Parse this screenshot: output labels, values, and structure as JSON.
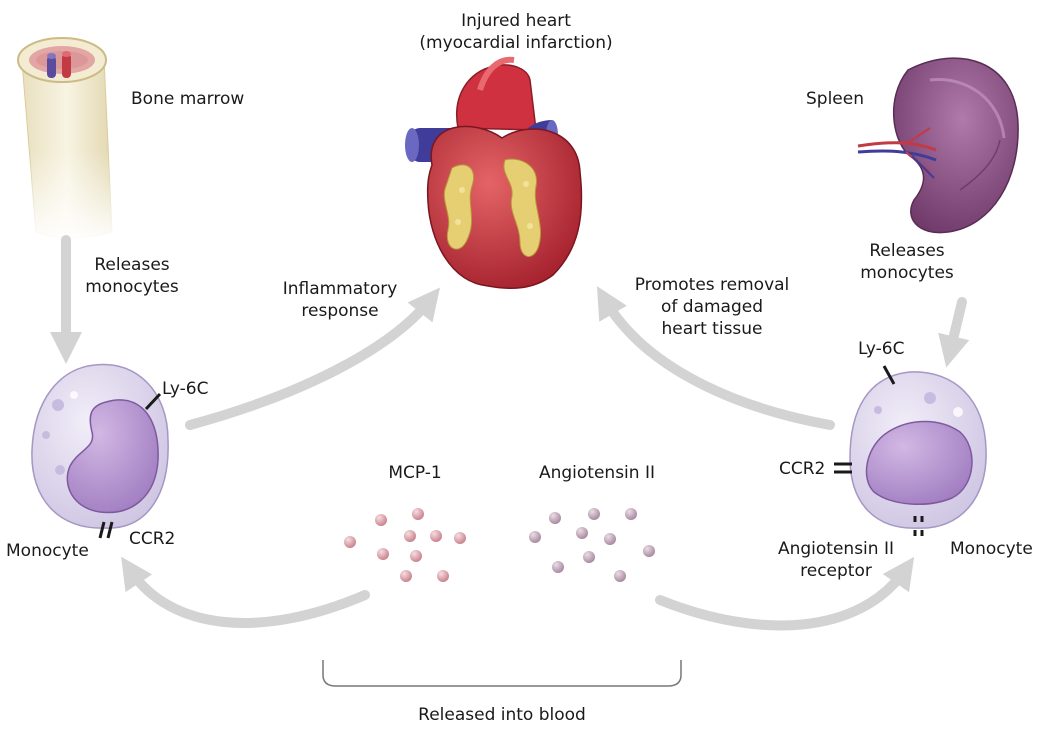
{
  "heart": {
    "line1": "Injured heart",
    "line2": "(myocardial infarction)"
  },
  "bone_marrow": {
    "label": "Bone marrow"
  },
  "spleen": {
    "label": "Spleen"
  },
  "left_release": {
    "line1": "Releases",
    "line2": "monocytes"
  },
  "right_release": {
    "line1": "Releases",
    "line2": "monocytes"
  },
  "inflammatory": {
    "line1": "Inflammatory",
    "line2": "response"
  },
  "removal": {
    "line1": "Promotes removal",
    "line2": "of damaged",
    "line3": "heart tissue"
  },
  "left_monocyte": {
    "marker_ly6c": "Ly-6C",
    "marker_ccr2": "CCR2",
    "label": "Monocyte"
  },
  "right_monocyte": {
    "marker_ly6c": "Ly-6C",
    "marker_ccr2": "CCR2",
    "receptor_line1": "Angiotensin II",
    "receptor_line2": "receptor",
    "label": "Monocyte"
  },
  "mcp1": {
    "label": "MCP-1"
  },
  "angiotensin": {
    "label": "Angiotensin II"
  },
  "blood": {
    "label": "Released into blood"
  },
  "colors": {
    "arrow": "#d3d3d3",
    "cell_body": "#ddd6ec",
    "nucleus": "#b99ad2",
    "mcp1_dot": "#e3a9b3",
    "angiotensin_dot": "#c6aebf",
    "heart_red": "#c8303c",
    "vessel_blue": "#3f3c9a",
    "fat_yellow": "#e6cf72",
    "spleen_purple": "#8e5487"
  }
}
